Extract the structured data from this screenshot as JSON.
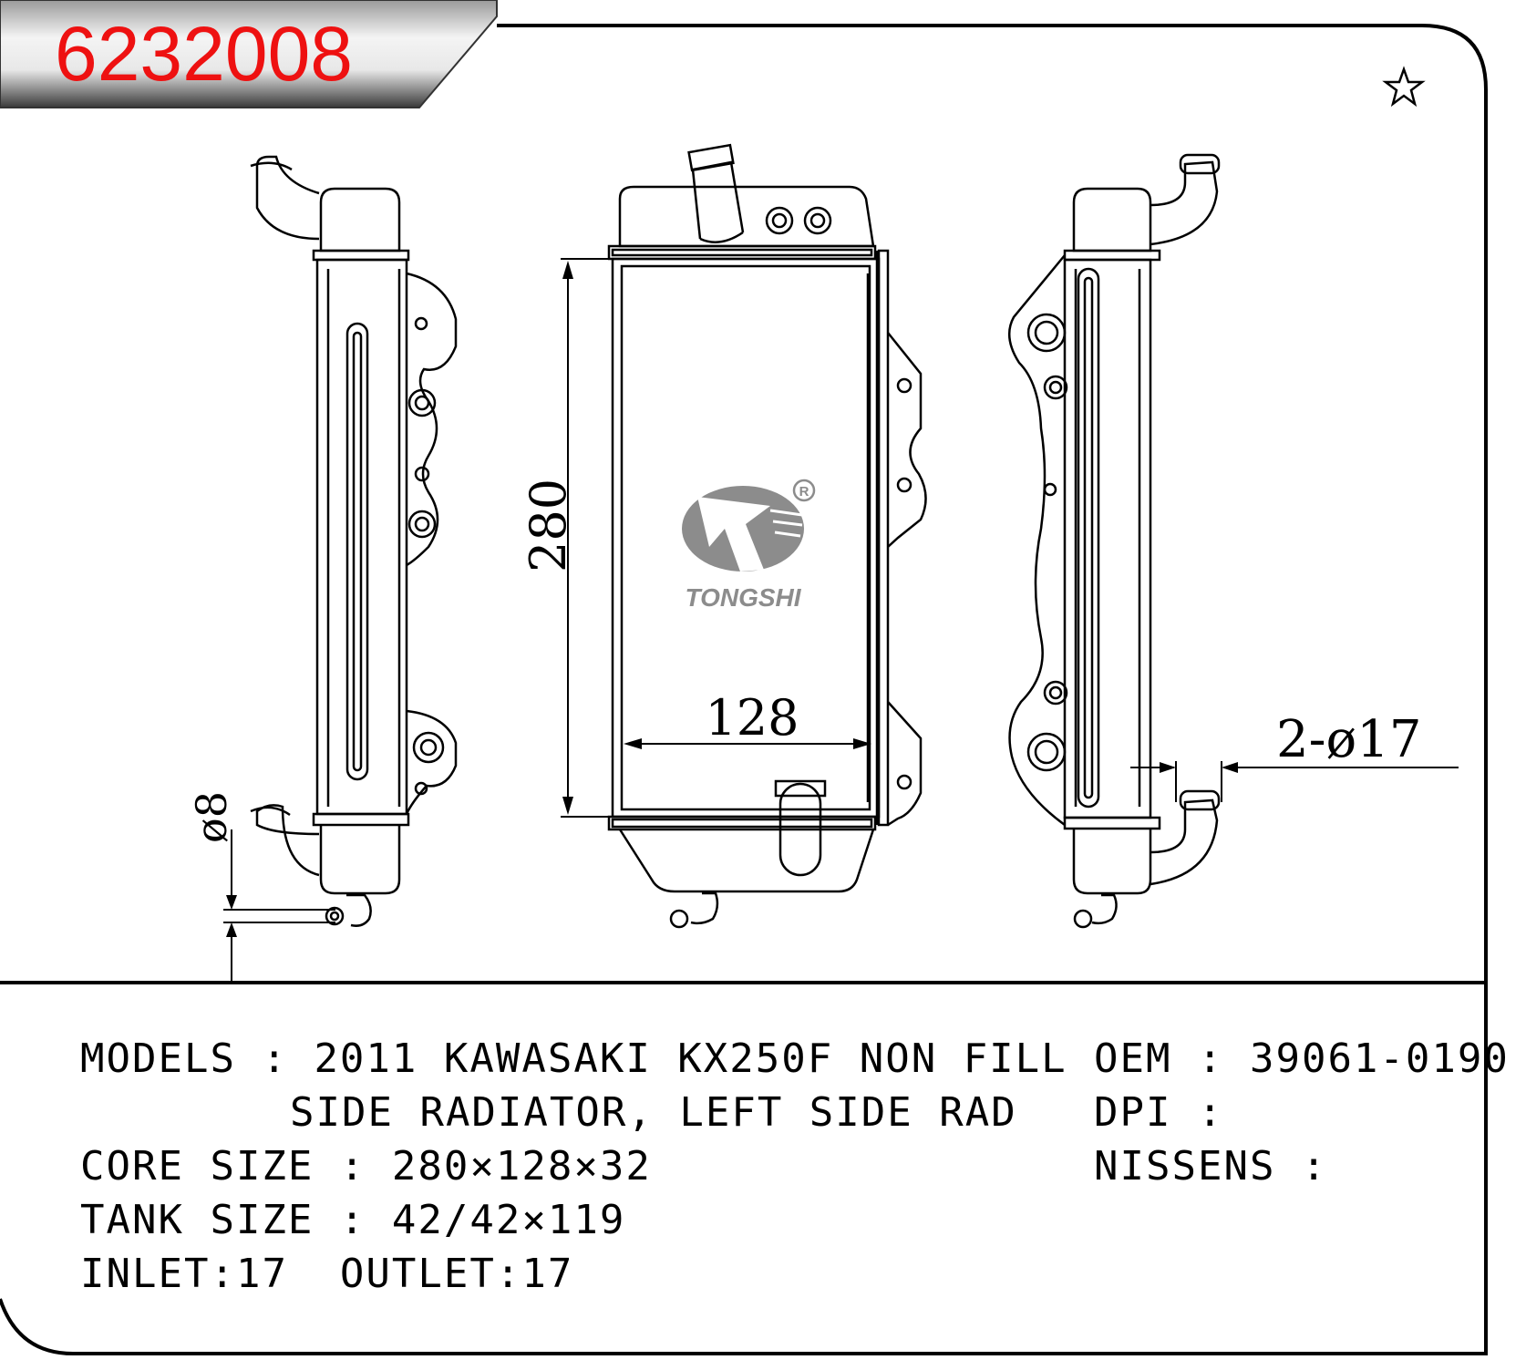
{
  "header": {
    "part_number": "6232008",
    "part_number_color": "#ee1111"
  },
  "favorite_icon": "star-outline-icon",
  "drawing": {
    "height_dimension": "280",
    "width_dimension": "128",
    "pipe_dimension": "2-ø17",
    "bleed_dimension": "ø8",
    "logo": {
      "brand": "TONGSHI",
      "registered_mark": "R"
    }
  },
  "specs": {
    "models_label": "MODELS",
    "models_value_line1": "2011 KAWASAKI KX250F NON FILL",
    "models_value_line2": "SIDE RADIATOR, LEFT SIDE RAD",
    "core_size_label": "CORE SIZE",
    "core_size_value": "280×128×32",
    "tank_size_label": "TANK SIZE",
    "tank_size_value": "42/42×119",
    "inlet_label": "INLET",
    "inlet_value": "17",
    "outlet_label": "OUTLET",
    "outlet_value": "17",
    "oem_label": "OEM",
    "oem_value": "39061-0190",
    "dpi_label": "DPI",
    "dpi_value": "",
    "nissens_label": "NISSENS",
    "nissens_value": ""
  }
}
